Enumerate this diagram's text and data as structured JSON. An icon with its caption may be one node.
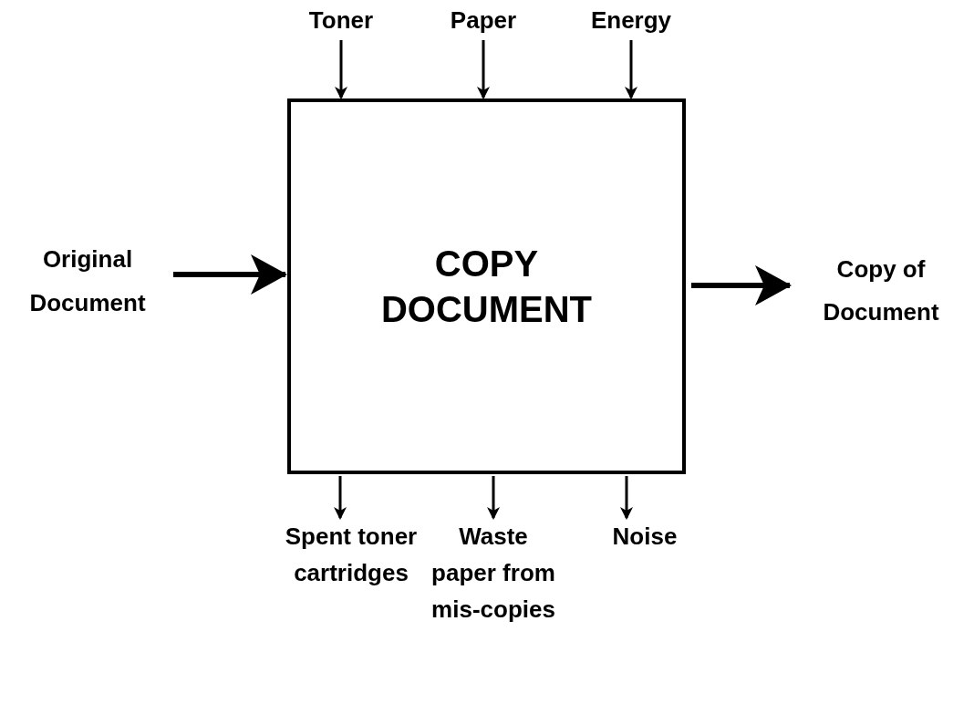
{
  "diagram": {
    "nodes": [
      {
        "text": [
          "COPY DOCUMENT"
        ]
      },
      {
        "text": [
          "Toner"
        ]
      },
      {
        "text": [
          "Paper"
        ]
      },
      {
        "text": [
          "Energy"
        ]
      },
      {
        "text": [
          "Original Document"
        ]
      },
      {
        "text": [
          "Copy of Document"
        ]
      },
      {
        "text": [
          "Spent toner cartridges"
        ]
      },
      {
        "text": [
          "Waste paper from mis-copies"
        ]
      },
      {
        "text": [
          "Noise"
        ]
      }
    ],
    "edges": [
      {
        "from": 1,
        "to": 0,
        "arrow": "to"
      },
      {
        "from": 2,
        "to": 0,
        "arrow": "to"
      },
      {
        "from": 3,
        "to": 0,
        "arrow": "to"
      },
      {
        "from": 4,
        "to": 0,
        "arrow": "to",
        "style": "thick"
      },
      {
        "from": 0,
        "to": 5,
        "arrow": "to",
        "style": "thick"
      },
      {
        "from": 0,
        "to": 6,
        "arrow": "to"
      },
      {
        "from": 0,
        "to": 7,
        "arrow": "to"
      },
      {
        "from": 0,
        "to": 8,
        "arrow": "to"
      }
    ]
  }
}
